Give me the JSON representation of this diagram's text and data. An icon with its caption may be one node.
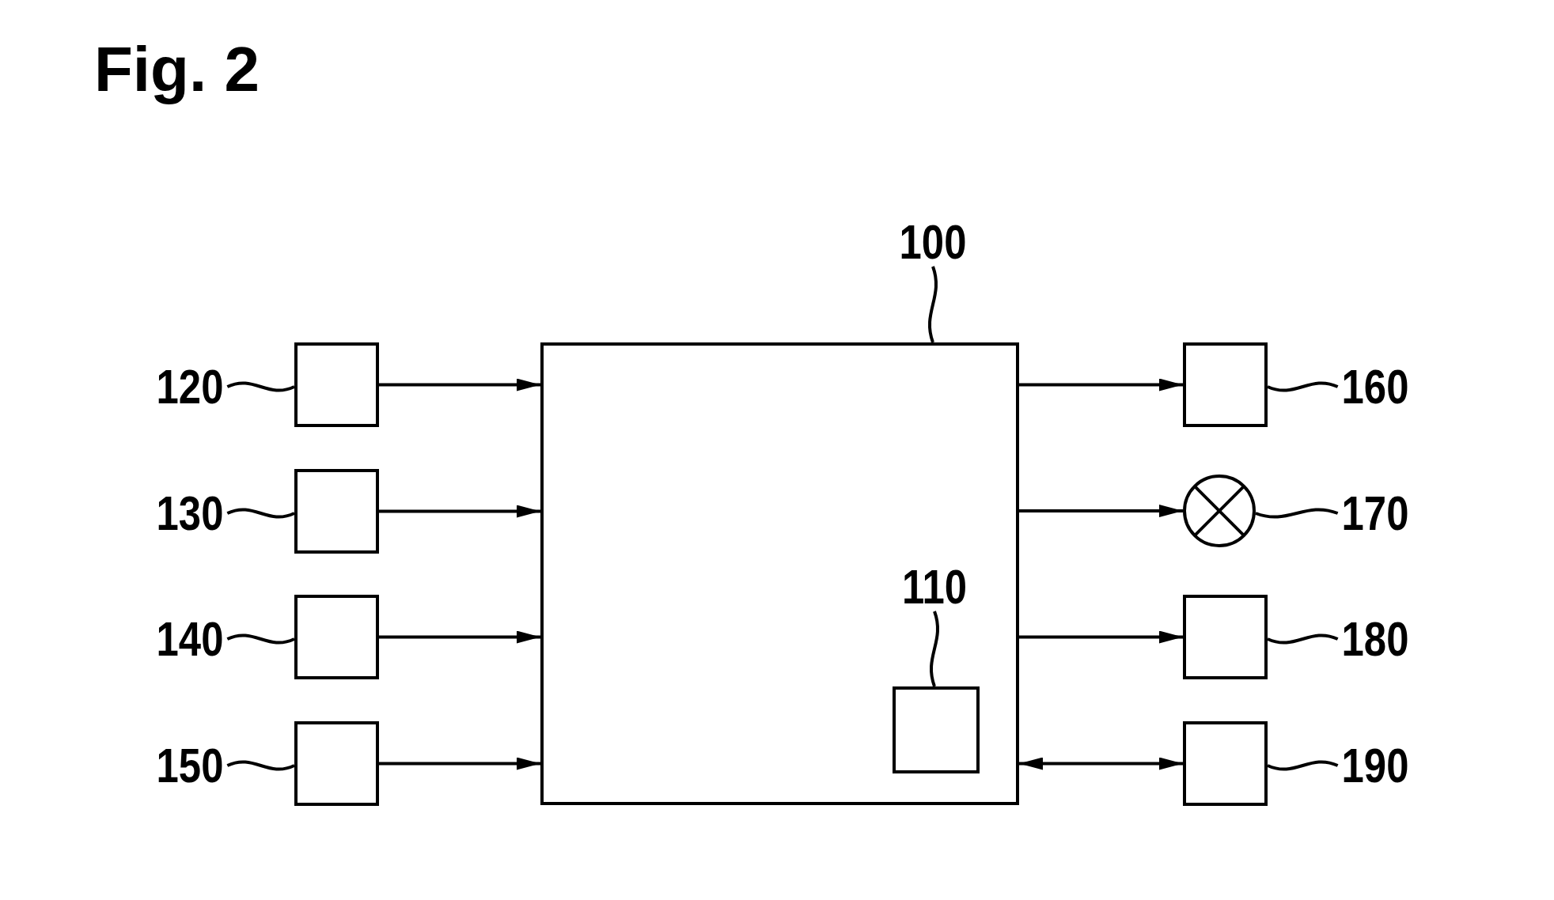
{
  "diagram": {
    "title": "Fig. 2",
    "nodes": [
      {
        "text": [
          "100"
        ]
      },
      {
        "text": [],
        "shape": "box"
      },
      {
        "text": [
          "110"
        ],
        "in": 1
      },
      {
        "text": [],
        "shape": "box",
        "in": 1
      },
      {
        "text": [
          "120"
        ]
      },
      {
        "text": [],
        "shape": "box"
      },
      {
        "text": [
          "130"
        ]
      },
      {
        "text": [],
        "shape": "box"
      },
      {
        "text": [
          "140"
        ]
      },
      {
        "text": [],
        "shape": "box"
      },
      {
        "text": [
          "150"
        ]
      },
      {
        "text": [],
        "shape": "box"
      },
      {
        "text": [
          "160"
        ]
      },
      {
        "text": [],
        "shape": "box"
      },
      {
        "text": [
          "170"
        ]
      },
      {
        "text": [],
        "shape": "circle"
      },
      {
        "text": [
          "180"
        ]
      },
      {
        "text": [],
        "shape": "box"
      },
      {
        "text": [
          "190"
        ]
      },
      {
        "text": [],
        "shape": "box"
      }
    ],
    "edges": [
      {
        "from": 0,
        "to": 1,
        "arrow": "none"
      },
      {
        "from": 2,
        "to": 3,
        "arrow": "none"
      },
      {
        "from": 4,
        "to": 5,
        "arrow": "none"
      },
      {
        "from": 5,
        "to": 1,
        "arrow": "to"
      },
      {
        "from": 6,
        "to": 7,
        "arrow": "none"
      },
      {
        "from": 7,
        "to": 1,
        "arrow": "to"
      },
      {
        "from": 8,
        "to": 9,
        "arrow": "none"
      },
      {
        "from": 9,
        "to": 1,
        "arrow": "to"
      },
      {
        "from": 10,
        "to": 11,
        "arrow": "none"
      },
      {
        "from": 11,
        "to": 1,
        "arrow": "to"
      },
      {
        "from": 12,
        "to": 13,
        "arrow": "none"
      },
      {
        "from": 1,
        "to": 13,
        "arrow": "to"
      },
      {
        "from": 14,
        "to": 15,
        "arrow": "none"
      },
      {
        "from": 1,
        "to": 15,
        "arrow": "to"
      },
      {
        "from": 16,
        "to": 17,
        "arrow": "none"
      },
      {
        "from": 1,
        "to": 17,
        "arrow": "to"
      },
      {
        "from": 18,
        "to": 19,
        "arrow": "none"
      },
      {
        "from": 1,
        "to": 19,
        "arrow": "both"
      }
    ]
  }
}
